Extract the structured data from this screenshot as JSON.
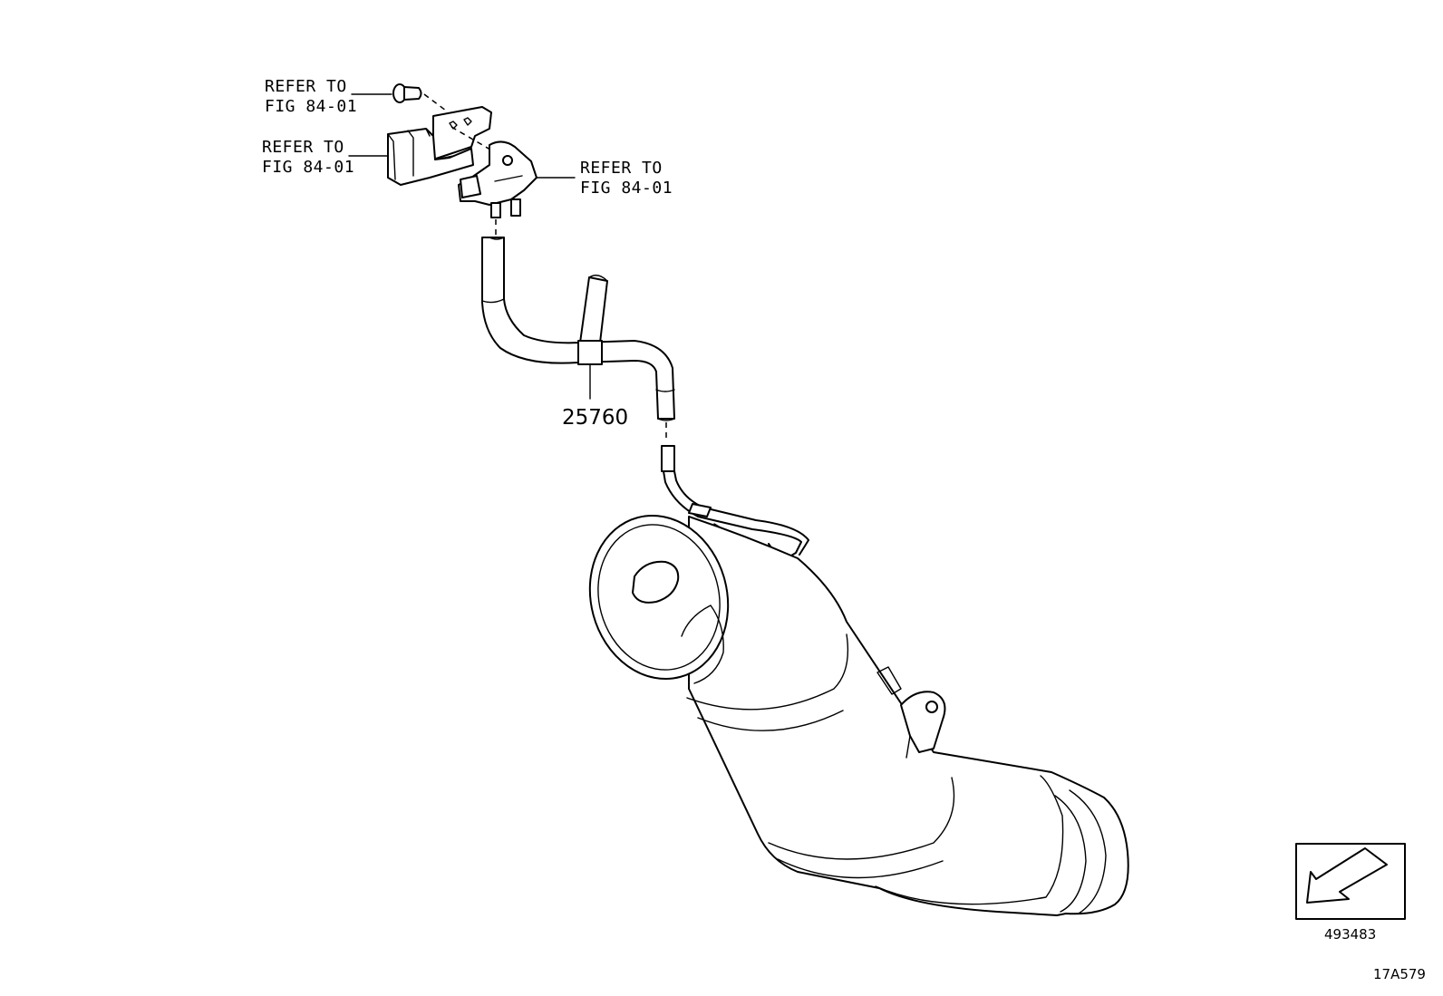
{
  "callouts": {
    "bolt_ref": {
      "line1": "REFER TO",
      "line2": "FIG 84-01"
    },
    "bracket_ref": {
      "line1": "REFER TO",
      "line2": "FIG 84-01"
    },
    "sensor_ref": {
      "line1": "REFER TO",
      "line2": "FIG 84-01"
    }
  },
  "parts": {
    "hose_part_number": "25760"
  },
  "direction_indicator": {
    "code": "493483",
    "icon": "front-direction-arrow-icon"
  },
  "figure_id": "17A579"
}
